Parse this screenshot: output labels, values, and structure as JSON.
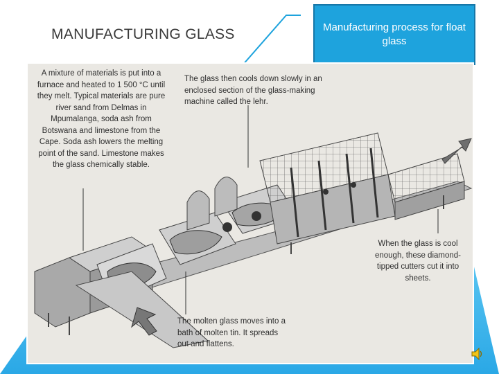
{
  "slide": {
    "title": "MANUFACTURING GLASS",
    "callout": "Manufacturing process for float glass"
  },
  "figure": {
    "notes": {
      "melt": "A mixture of materials is put into a furnace and heated to 1 500 °C until they melt. Typical materials are pure river sand from Delmas in Mpumalanga, soda ash from Botswana and limestone from the Cape. Soda ash lowers the melting point of the sand. Limestone makes the glass chemically stable.",
      "cool": "The glass then cools down slowly in an enclosed section of the glass-making machine called the lehr.",
      "cut": "When the glass is cool enough, these diamond-tipped cutters cut it into sheets.",
      "tin": "The molten glass moves into a bath of molten tin. It spreads out and flattens."
    }
  },
  "icons": {
    "audio": "speaker-icon"
  },
  "colors": {
    "accent": "#1ea3dd",
    "band": "#2aa8e6"
  }
}
